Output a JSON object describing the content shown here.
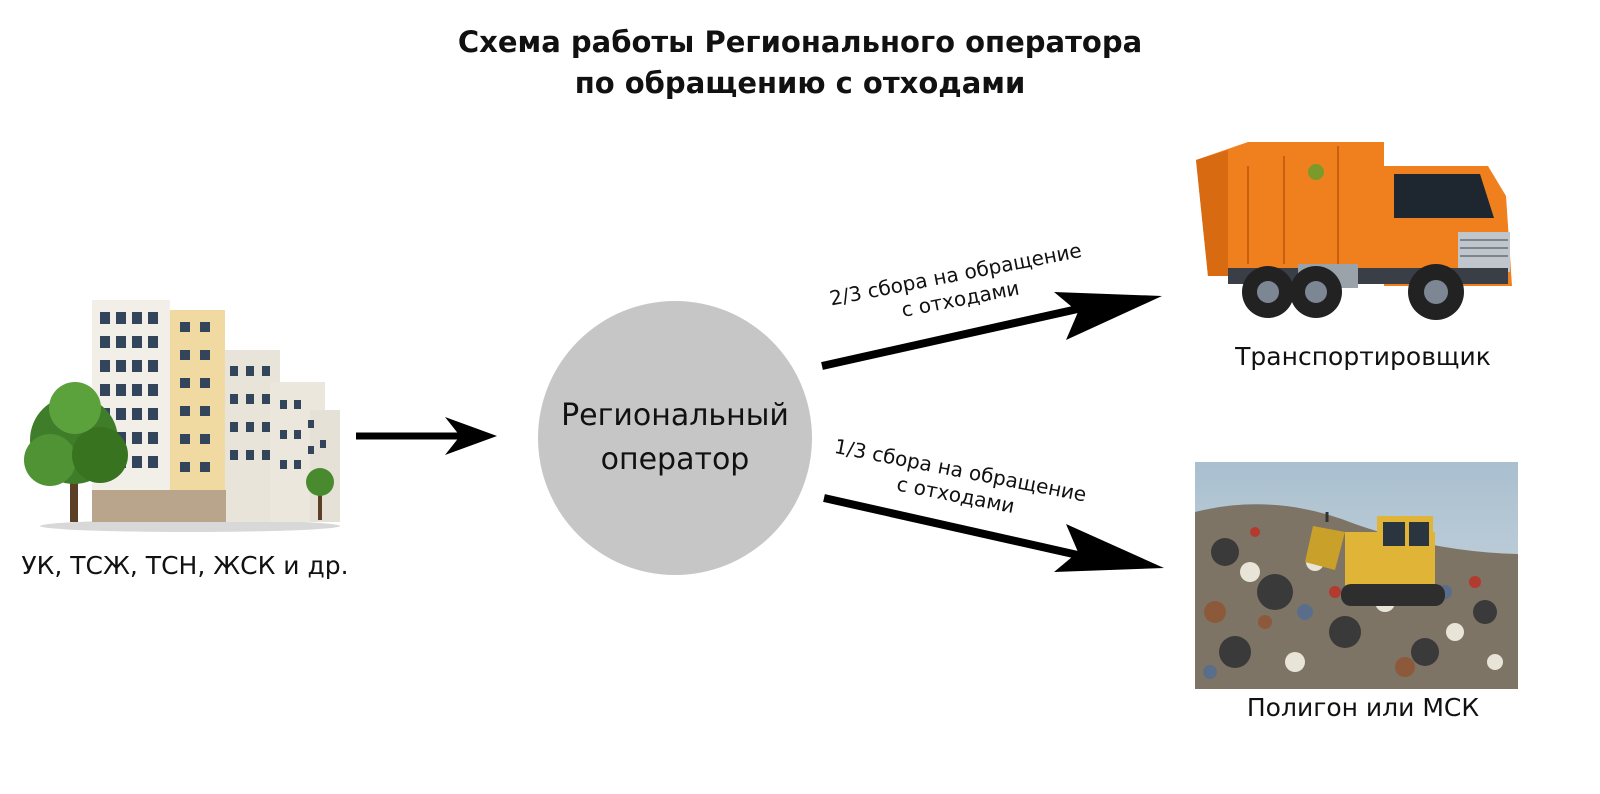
{
  "title": {
    "line1": "Схема работы Регионального оператора",
    "line2": "по обращению с отходами"
  },
  "nodes": {
    "source": {
      "label": "УК, ТСЖ, ТСН, ЖСК и др.",
      "icon": "apartment-building-icon"
    },
    "operator": {
      "line1": "Региональный",
      "line2": "оператор"
    },
    "transporter": {
      "label": "Транспортировщик",
      "icon": "garbage-truck-icon"
    },
    "landfill": {
      "label": "Полигон или МСК",
      "icon": "landfill-bulldozer-icon"
    }
  },
  "edges": {
    "to_transporter": {
      "line1": "2/3 сбора на обращение",
      "line2": "с отходами"
    },
    "to_landfill": {
      "line1": "1/3 сбора на обращение",
      "line2": "с отходами"
    }
  },
  "colors": {
    "circle": "#c6c6c6",
    "arrow": "#000000",
    "truck": "#f07f1e"
  }
}
